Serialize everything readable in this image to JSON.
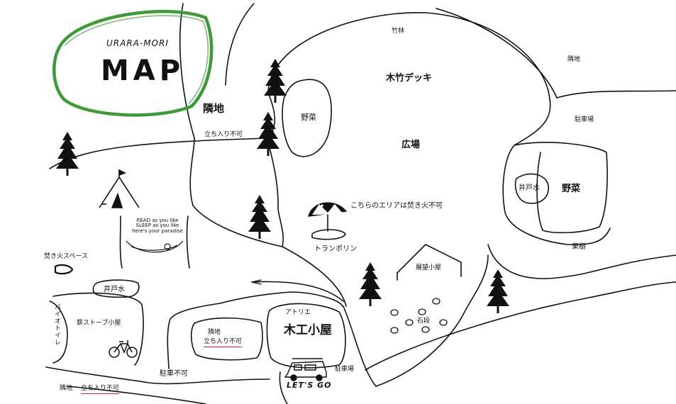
{
  "logo": {
    "subtitle": "URARA-MORI",
    "title": "MAP",
    "ring_color": "#3f9b3a"
  },
  "accent_color": "#d0202a",
  "labels": {
    "bamboo_forest": "竹林",
    "neighbor_tr": "隣地",
    "wood_deck": "木竹デッキ",
    "parking_right": "駐車場",
    "field_top": "野菜",
    "plaza": "広場",
    "neighbor_left": "隣地",
    "no_entry_left": "立ち入り不可",
    "well_right": "井戸水",
    "field_right": "野菜",
    "no_fire": "こちらのエリアは焚き火不可",
    "trampoline": "トランポリン",
    "orchard": "果樹",
    "campfire_space": "焚き火スペース",
    "observation_hut": "展望小屋",
    "well_left": "井戸水",
    "atelier": "アトリエ",
    "woodwork_hut": "木工小屋",
    "stone_steps": "石段",
    "bio_toilet": "バイオトイレ",
    "wood_stove_hut": "薪ストーブ小屋",
    "neighbor_center": "隣地",
    "no_entry_center": "立ち入り不可",
    "parking_bottom": "駐車場",
    "no_parking": "駐車不可",
    "neighbor_bottom": "隣地",
    "no_entry_bottom": "立ち入り不可",
    "hammock_sign": "READ as you like SLEEP as you like here's your paradise",
    "lets_go": "LET'S GO"
  },
  "icons": [
    "tree-icon",
    "tent-icon",
    "parasol-icon",
    "hammock-icon",
    "bicycle-icon",
    "van-icon",
    "stones-icon"
  ]
}
